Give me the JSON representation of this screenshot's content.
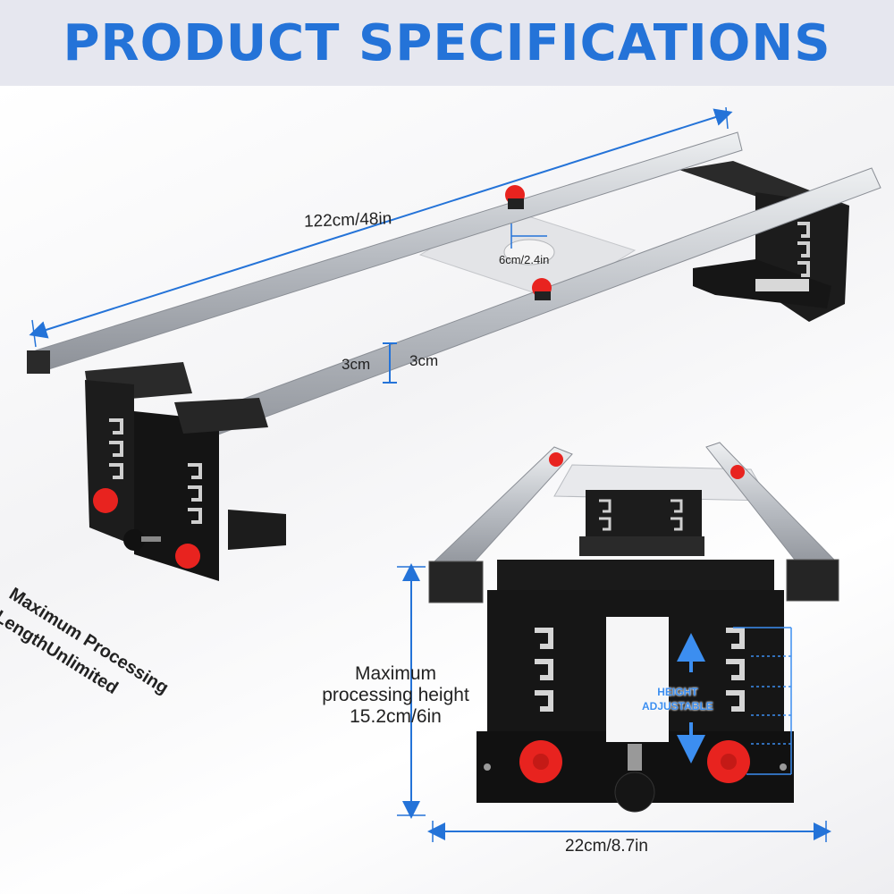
{
  "header": {
    "title": "PRODUCT SPECIFICATIONS"
  },
  "dimensions": {
    "rail_length": "122cm/48in",
    "hole_diameter": "6cm/2.4in",
    "rail_section_a": "3cm",
    "rail_section_b": "3cm",
    "max_length_line1": "Maximum Processing",
    "max_length_line2": "LengthUnlimited",
    "max_height_line1": "Maximum",
    "max_height_line2": "processing height",
    "max_height_line3": "15.2cm/6in",
    "base_width": "22cm/8.7in"
  },
  "badge": {
    "line1": "HEIGHT",
    "line2": "ADJUSTABLE"
  },
  "colors": {
    "accent": "#2473d8",
    "header_bg": "#e6e7ef",
    "knob": "#e8231f",
    "frame": "#1c1c1c",
    "rail": "#c9ccd1"
  }
}
